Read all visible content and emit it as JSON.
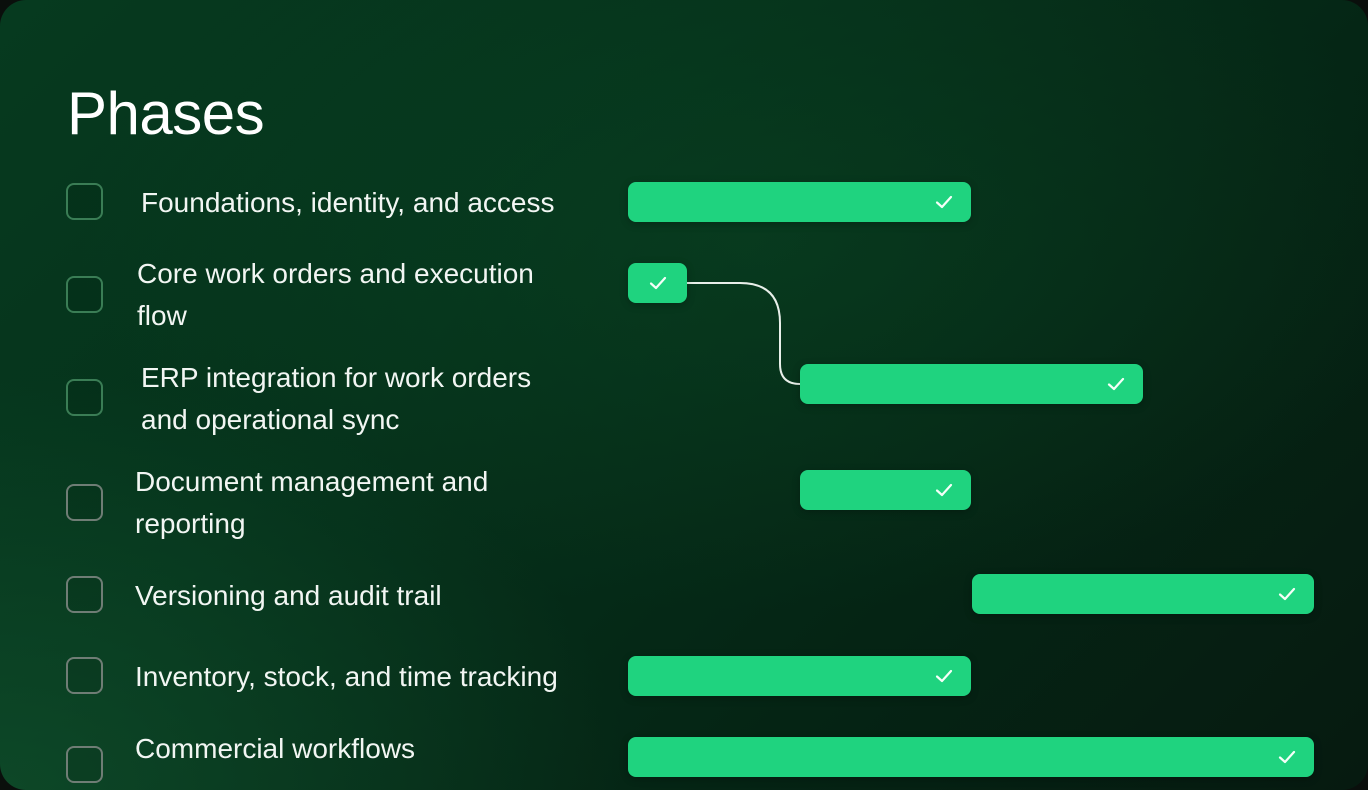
{
  "header": {
    "title": "Phases"
  },
  "phases": [
    {
      "label": "Foundations, identity, and access",
      "status": "done"
    },
    {
      "label_line1": "Core work orders and execution",
      "label_line2": "flow",
      "status": "done"
    },
    {
      "label_line1": "ERP integration for work orders",
      "label_line2": "and operational sync",
      "status": "done"
    },
    {
      "label_line1": "Document management and",
      "label_line2": "reporting",
      "status": "done"
    },
    {
      "label": "Versioning and audit trail",
      "status": "done"
    },
    {
      "label": "Inventory, stock, and time tracking",
      "status": "done"
    },
    {
      "label": "Commercial workflows",
      "status": "done"
    }
  ],
  "colors": {
    "bar": "#1fd37f",
    "background": "#053a1f",
    "text": "#ffffff"
  },
  "icons": {
    "checkbox": "checkbox-icon",
    "check": "checkmark-icon"
  }
}
